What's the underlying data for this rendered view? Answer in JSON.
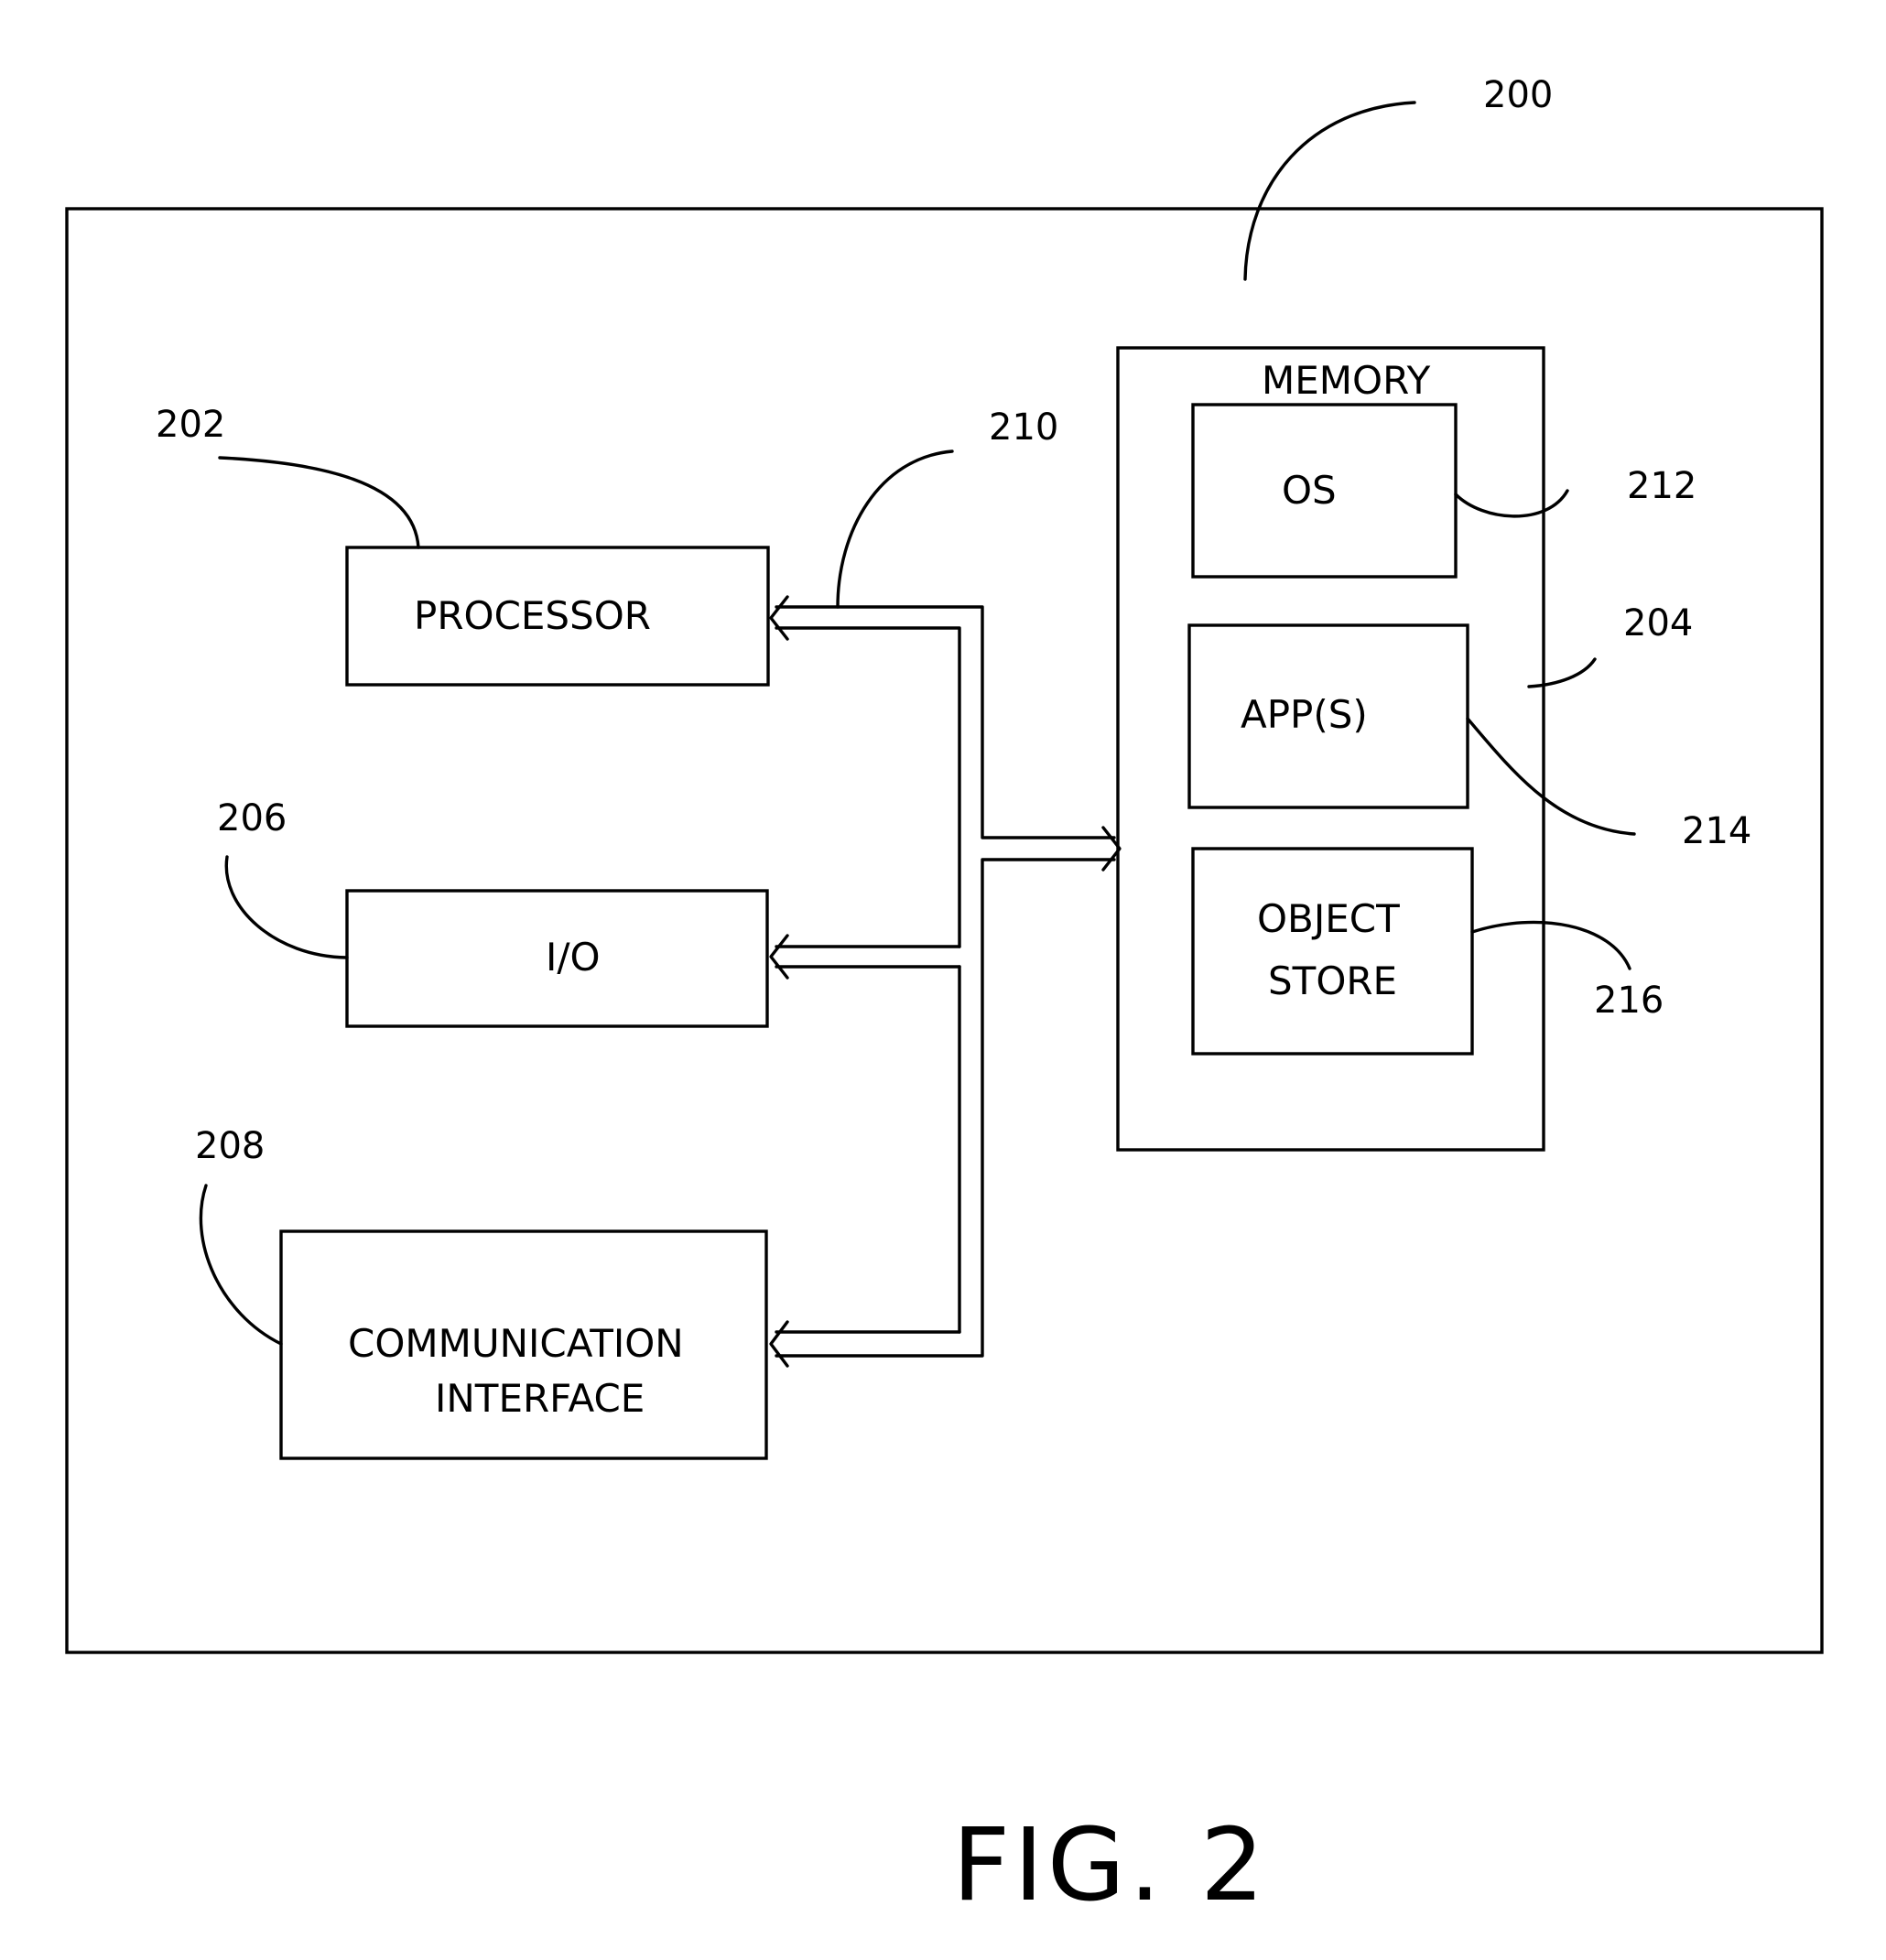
{
  "refs": {
    "system": "200",
    "processor": "202",
    "memory": "204",
    "io": "206",
    "comm": "208",
    "bus": "210",
    "os": "212",
    "apps": "214",
    "object_store": "216"
  },
  "blocks": {
    "processor": "PROCESSOR",
    "io": "I/O",
    "comm_line1": "COMMUNICATION",
    "comm_line2": "INTERFACE",
    "memory": "MEMORY",
    "os": "OS",
    "apps": "APP(S)",
    "object_store_line1": "OBJECT",
    "object_store_line2": "STORE"
  },
  "caption": "FIG. 2"
}
